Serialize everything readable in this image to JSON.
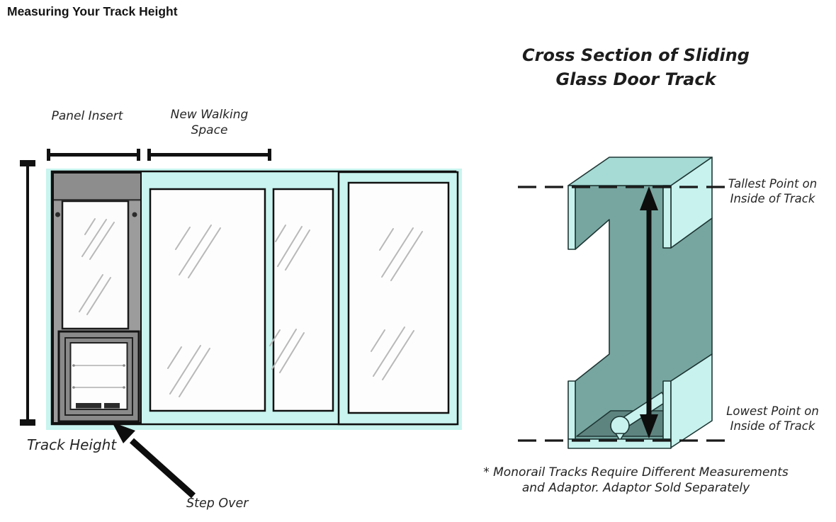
{
  "page": {
    "title": "Measuring Your Track Height"
  },
  "door_diagram": {
    "panel_insert_label": "Panel Insert",
    "walking_space_line1": "New Walking",
    "walking_space_line2": "Space",
    "track_height_label": "Track Height",
    "step_over_label": "Step Over"
  },
  "cross_section": {
    "title_line1": "Cross Section of Sliding",
    "title_line2": "Glass Door Track",
    "tallest_line1": "Tallest Point on",
    "tallest_line2": "Inside of Track",
    "lowest_line1": "Lowest Point on",
    "lowest_line2": "Inside of Track",
    "footnote_line1": "* Monorail Tracks Require Different Measurements",
    "footnote_line2": "and Adaptor. Adaptor Sold Separately"
  },
  "colors": {
    "frame_cyan": "#c9f4ef",
    "track_teal_top": "#a6dad4",
    "track_teal_dark": "#77a6a0",
    "track_floor": "#5e8480",
    "panel_gray": "#9c9c9c",
    "panel_gray_dark": "#8a8a8a",
    "glass_white": "#fdfdfd",
    "outline_black": "#111111",
    "reflection_gray": "#b8b8b8"
  }
}
